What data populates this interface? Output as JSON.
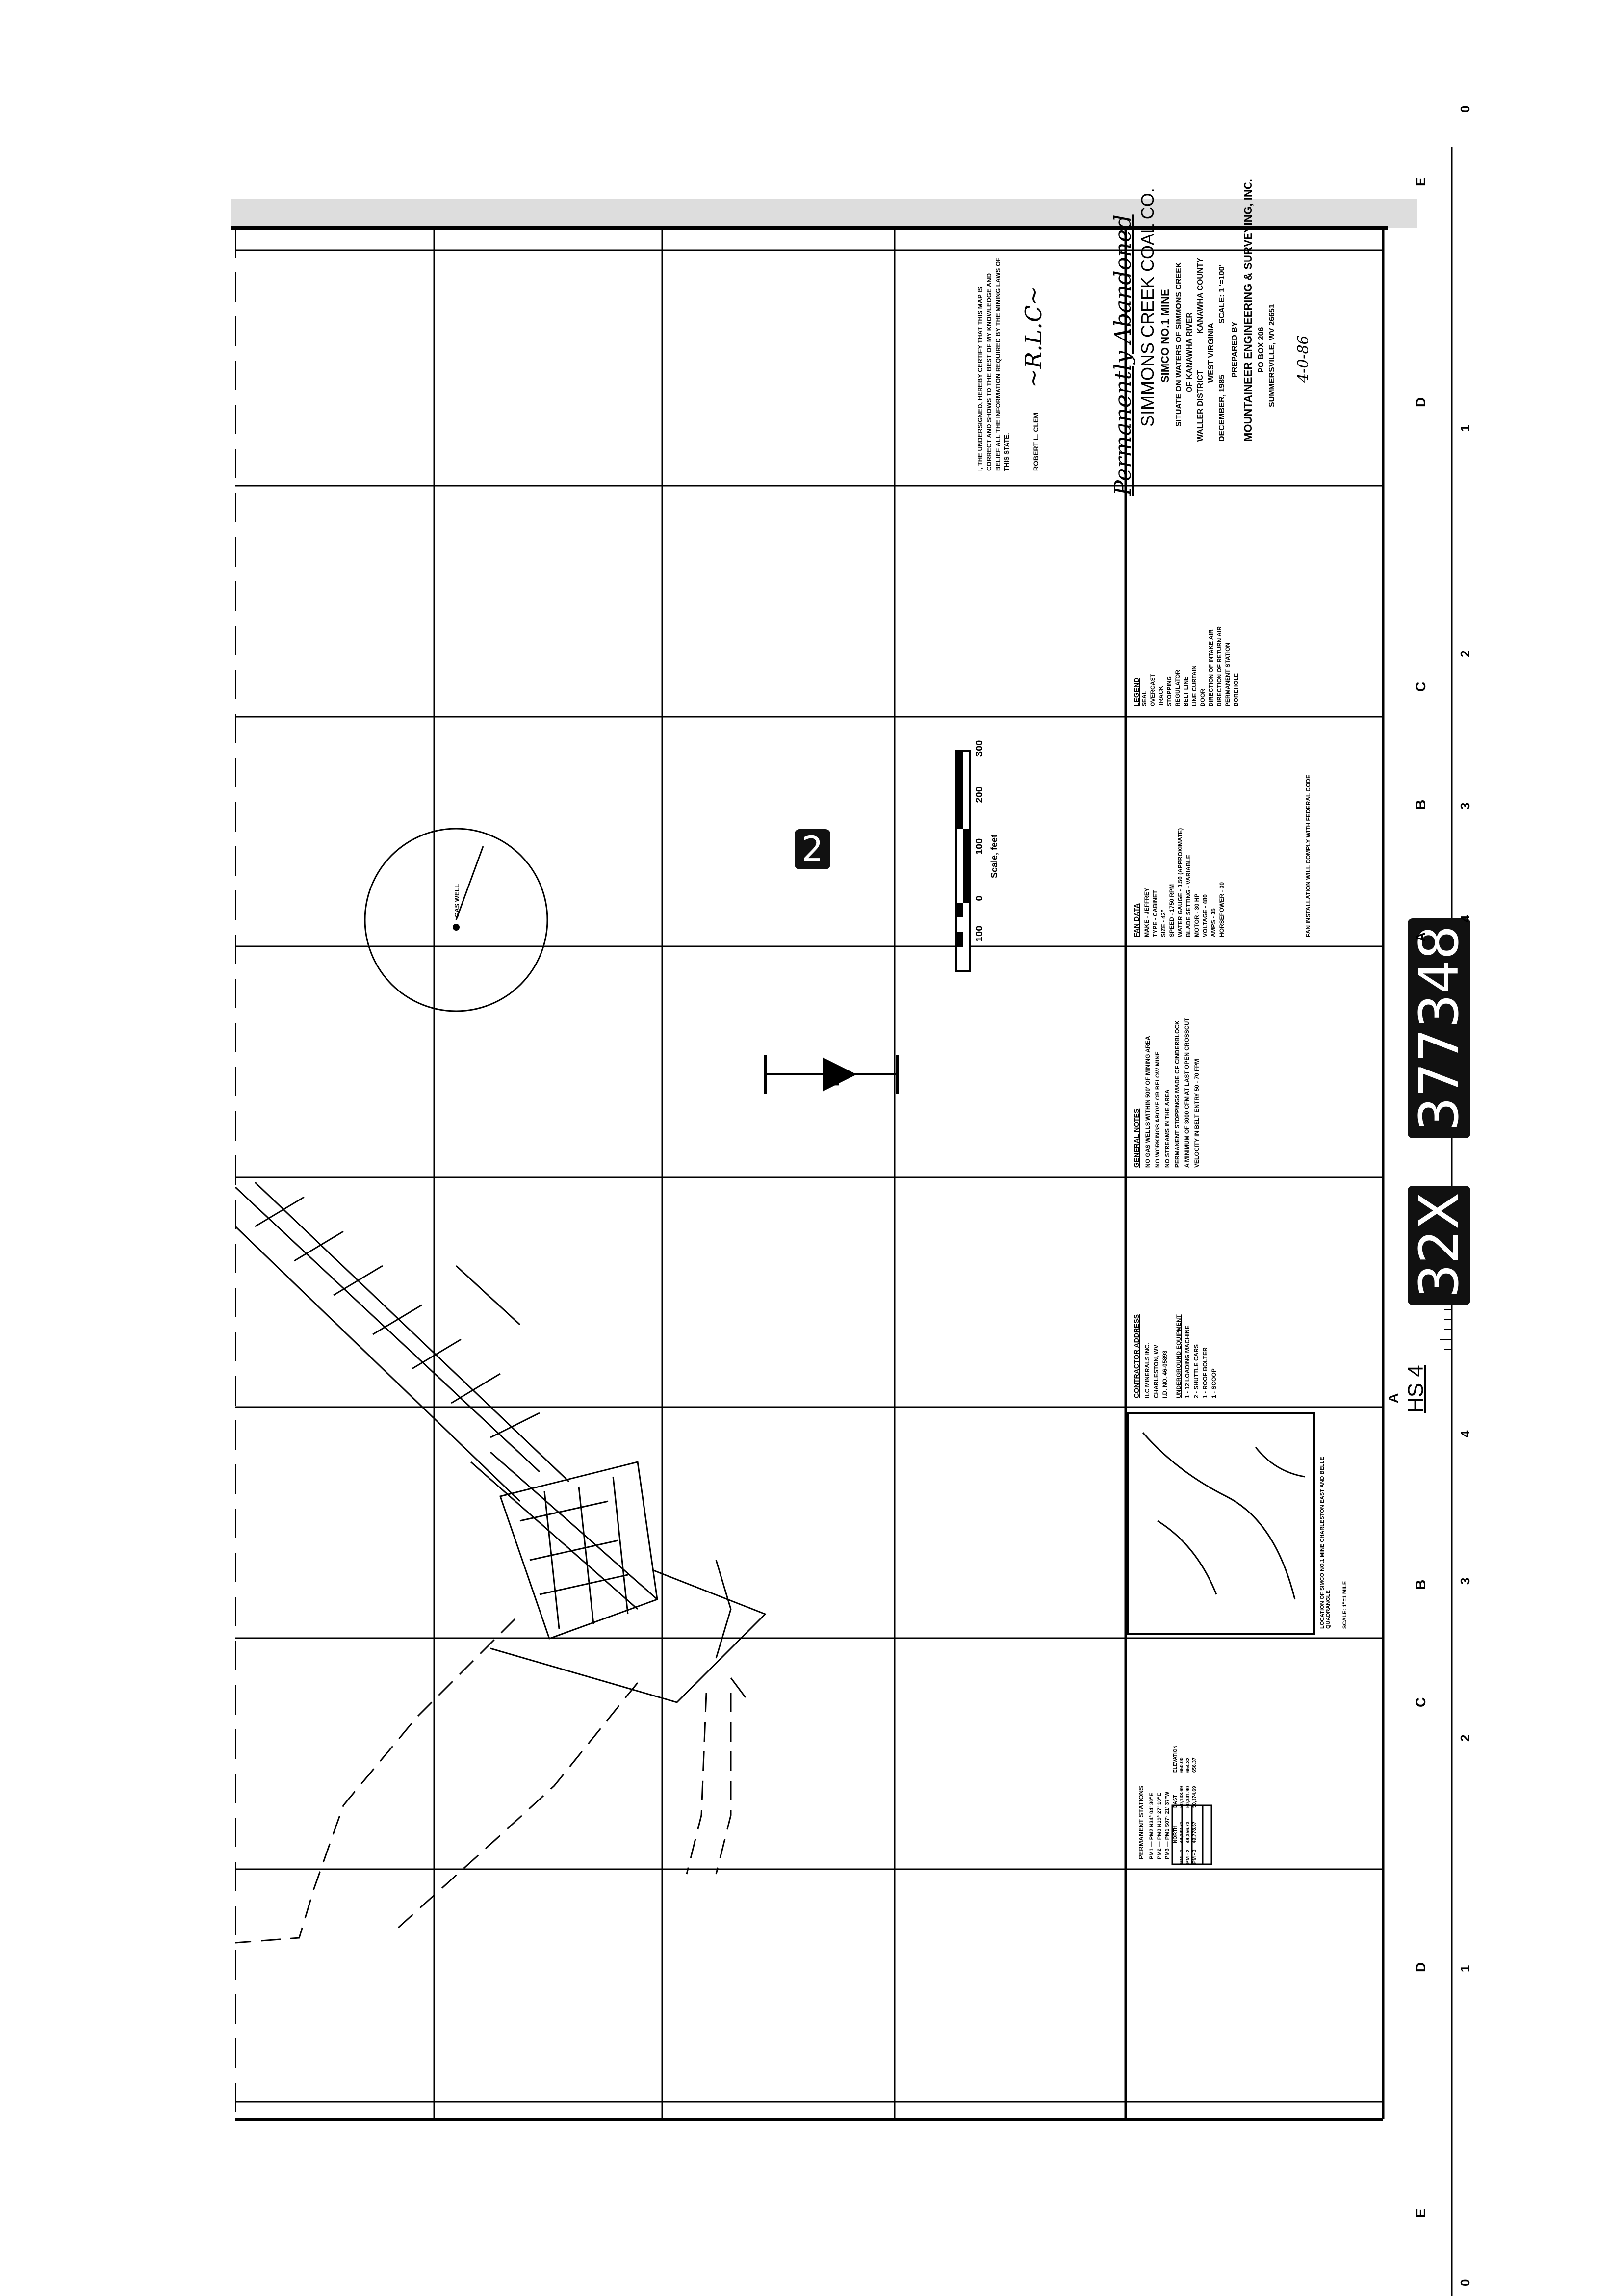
{
  "title_block": {
    "status": "Permanently Abandoned",
    "company": "SIMMONS CREEK COAL CO.",
    "mine": "SIMCO NO.1 MINE",
    "situate": "SITUATE ON WATERS OF SIMMONS CREEK",
    "river": "OF KANAWHA RIVER",
    "district": "WALLER DISTRICT",
    "county": "KANAWHA COUNTY",
    "state": "WEST VIRGINIA",
    "date": "DECEMBER, 1985",
    "scale": "SCALE: 1\"=100'",
    "prepared_by": "PREPARED BY",
    "engineer": "MOUNTAINEER ENGINEERING & SURVEYING, INC.",
    "po_box": "PO BOX 206",
    "address": "SUMMERSVILLE, WV 26651",
    "handwritten_date": "4-0-86"
  },
  "certification": {
    "text": "I, THE UNDERSIGNED, HEREBY CERTIFY THAT THIS MAP IS CORRECT AND SHOWS TO THE BEST OF MY KNOWLEDGE AND BELIEF ALL THE INFORMATION REQUIRED BY THE MINING LAWS OF THIS STATE.",
    "signer": "ROBERT L. CLEM"
  },
  "legend": {
    "heading": "LEGEND",
    "items": [
      "SEAL",
      "OVERCAST",
      "TRACK",
      "STOPPING",
      "REGULATOR",
      "BELT LINE",
      "LINE CURTAIN",
      "DOOR",
      "DIRECTION OF INTAKE AIR",
      "DIRECTION OF RETURN AIR",
      "PERMANENT STATION",
      "BOREHOLE"
    ]
  },
  "fan_data": {
    "heading": "FAN DATA",
    "items": [
      "MAKE - JEFFREY",
      "TYPE - CABINET",
      "SIZE - 42\"",
      "SPEED - 1750 RPM",
      "WATER GAUGE - 0.50 (APPROXIMATE)",
      "BLADE SETTING - VARIABLE",
      "MOTOR - 30 HP",
      "VOLTAGE - 480",
      "AMPS - 35",
      "HORSEPOWER - 30"
    ],
    "note": "FAN INSTALLATION WILL COMPLY WITH FEDERAL CODE"
  },
  "general_notes": {
    "heading": "GENERAL NOTES",
    "items": [
      "NO GAS WELLS WITHIN 500' OF MINING AREA",
      "NO WORKINGS ABOVE OR BELOW MINE",
      "NO STREAMS IN THE AREA",
      "PERMANENT STOPPINGS MADE OF CINDERBLOCK",
      "A MINIMUM OF 3000 CFM AT LAST OPEN CROSSCUT",
      "VELOCITY IN BELT ENTRY 50 - 70 FPM"
    ]
  },
  "contractor": {
    "heading": "CONTRACTOR ADDRESS",
    "lines": [
      "ILC MINERALS INC.",
      "CHARLESTON, WV",
      "I.D. NO. 46-05893"
    ],
    "equipment_heading": "UNDERGROUND EQUIPMENT",
    "equipment": [
      "1 - 12 LOADING MACHINE",
      "2 - SHUTTLE CARS",
      "1 - ROOF BOLTER",
      "1 - SCOOP"
    ]
  },
  "location_map": {
    "caption": "LOCATION OF SIMCO NO.1 MINE CHARLESTON EAST AND BELLE QUADRANGLE",
    "scale": "SCALE: 1\"=1 MILE"
  },
  "permanent_stations": {
    "heading": "PERMANENT STATIONS",
    "bearings": [
      "PM1 — PM2  N34° 04' 30\"E",
      "PM2 — PM3  N19° 27' 13\"E",
      "PM3 — PM1  S07° 21' 37\"W"
    ],
    "columns": [
      "",
      "NORTH",
      "EAST",
      "ELEVATION"
    ],
    "rows": [
      [
        "PM - 1",
        "49,342.71",
        "50,133.69",
        "650.00"
      ],
      [
        "PM - 2",
        "49,356.73",
        "50,341.90",
        "654.32"
      ],
      [
        "PM - 3",
        "49,778.67",
        "50,374.69",
        "656.37"
      ]
    ]
  },
  "map": {
    "gas_well": "GAS WELL",
    "sheet_number": "2",
    "north_label": "N",
    "scale_bar": {
      "label": "Scale, feet",
      "ticks": [
        "100",
        "0",
        "100",
        "200",
        "300"
      ]
    }
  },
  "stamps": {
    "reel": "32X",
    "frame": "377348",
    "hs": "HS 4"
  },
  "ruler": {
    "letters": [
      "E",
      "D",
      "C",
      "B",
      "A",
      "A",
      "B",
      "C",
      "D",
      "E"
    ],
    "numbers": [
      "0",
      "1",
      "2",
      "3",
      "4",
      "4",
      "3",
      "2",
      "1",
      "0"
    ]
  }
}
